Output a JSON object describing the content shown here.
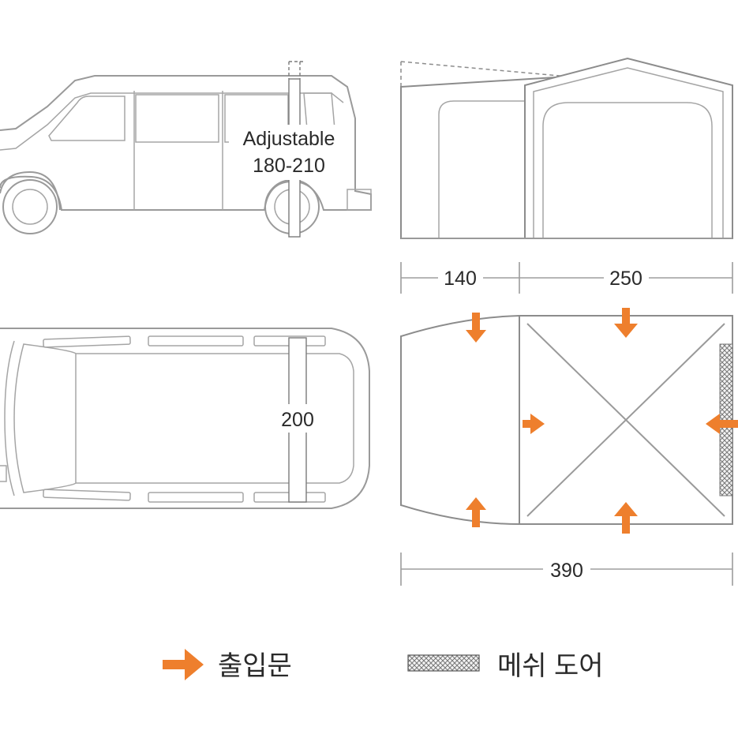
{
  "side_view": {
    "height_label_line1": "Adjustable",
    "height_label_line2": "180-210"
  },
  "top_view": {
    "width_label": "200"
  },
  "tent_dimensions": {
    "front_section": "140",
    "main_section": "250",
    "total_length": "390"
  },
  "legend": {
    "entrance_label": "출입문",
    "mesh_label": "메쉬 도어"
  },
  "colors": {
    "arrow": "#ee7f2d",
    "outline": "#9a9a9a",
    "text": "#2a2a2a"
  }
}
